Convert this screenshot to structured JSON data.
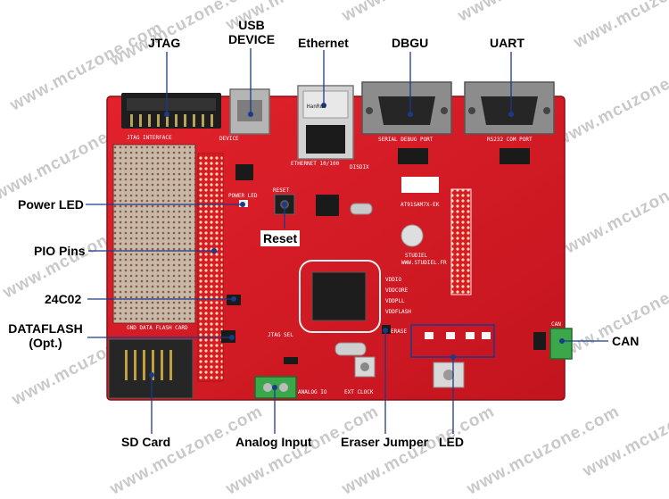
{
  "watermark": "www.mcuzone.com",
  "labels": {
    "jtag": "JTAG",
    "usb_device_line1": "USB",
    "usb_device_line2": "DEVICE",
    "ethernet": "Ethernet",
    "dbgu": "DBGU",
    "uart": "UART",
    "power_led": "Power LED",
    "reset": "Reset",
    "pio_pins": "PIO Pins",
    "eeprom": "24C02",
    "dataflash_line1": "DATAFLASH",
    "dataflash_line2": "(Opt.)",
    "can": "CAN",
    "sd_card": "SD Card",
    "analog_input": "Analog Input",
    "eraser_jumper": "Eraser Jumper",
    "led": "LED"
  },
  "board_silkscreen": {
    "jtag_interface": "JTAG INTERFACE",
    "device": "DEVICE",
    "ethernet": "ETHERNET 10/100",
    "serial_debug_port": "SERIAL DEBUG PORT",
    "rs232_com_port": "RS232 COM PORT",
    "power_led": "POWER LED",
    "reset": "RESET",
    "mcu_name": "AT91SAM7X-EK",
    "studio": "STUDIEL",
    "site": "WWW.STUDIEL.FR",
    "dataflash_card": "GND DATA FLASH CARD",
    "jtag_sel": "JTAG SEL",
    "analog_io": "ANALOG IO",
    "ext_clock": "EXT CLOCK",
    "can": "CAN",
    "vddio": "VDDIO",
    "vddcore": "VDDCORE",
    "vddpll": "VDDPLL",
    "vddflash": "VDDFLASH",
    "erase": "ERASE",
    "disdix": "DISDIX",
    "transformer": "HanRun"
  },
  "colors": {
    "pcb": "#d81a24",
    "pcb_dark": "#a80f18",
    "connector_black": "#1e1e1e",
    "metal": "#8a8a8a",
    "terminal_green": "#3aa84a"
  }
}
